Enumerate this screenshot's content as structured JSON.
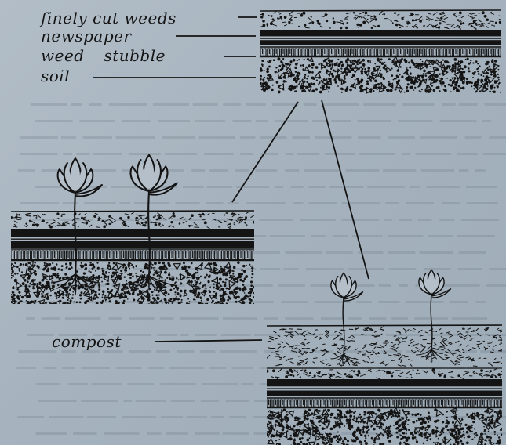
{
  "labels": {
    "finely_cut_weeds": "finely cut weeds",
    "newspaper": "newspaper",
    "weed_stubble": "weed stubble",
    "soil": "soil",
    "compost": "compost"
  },
  "colors": {
    "ink": "#141414",
    "paper": "#a9b5c0"
  },
  "icons": [
    "seedling-icon"
  ]
}
